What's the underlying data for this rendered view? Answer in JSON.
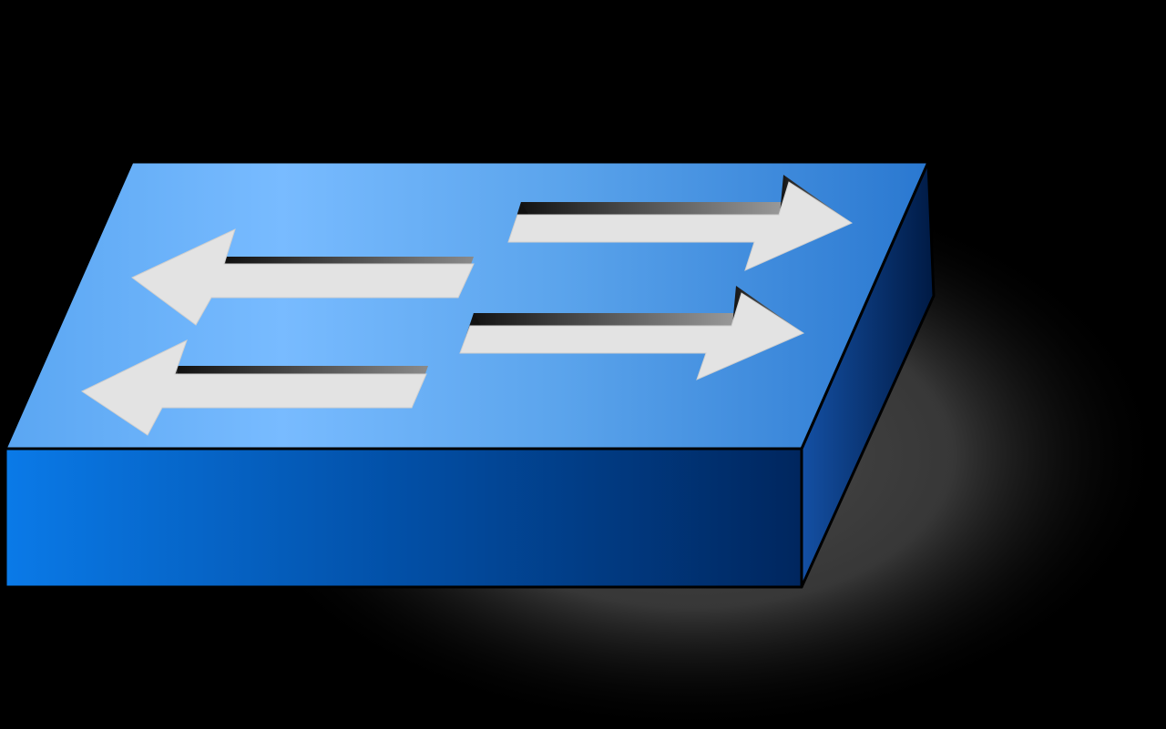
{
  "figure": {
    "subject": "network-switch",
    "background_color": "#000000",
    "shadow_color": "#4a4a4a",
    "colors": {
      "top_light": "#7ec0ff",
      "top_dark": "#2a78d0",
      "front_light": "#0a7ae8",
      "front_dark": "#00204f",
      "side_light": "#1650a8",
      "side_dark": "#001a44",
      "arrow_fill": "#e3e3e3",
      "arrow_shadow": "#6e6e6e",
      "outline": "#000000"
    },
    "arrows": [
      {
        "direction": "left",
        "icon": "arrow-left-icon"
      },
      {
        "direction": "left",
        "icon": "arrow-left-icon"
      },
      {
        "direction": "right",
        "icon": "arrow-right-icon"
      },
      {
        "direction": "right",
        "icon": "arrow-right-icon"
      }
    ]
  }
}
